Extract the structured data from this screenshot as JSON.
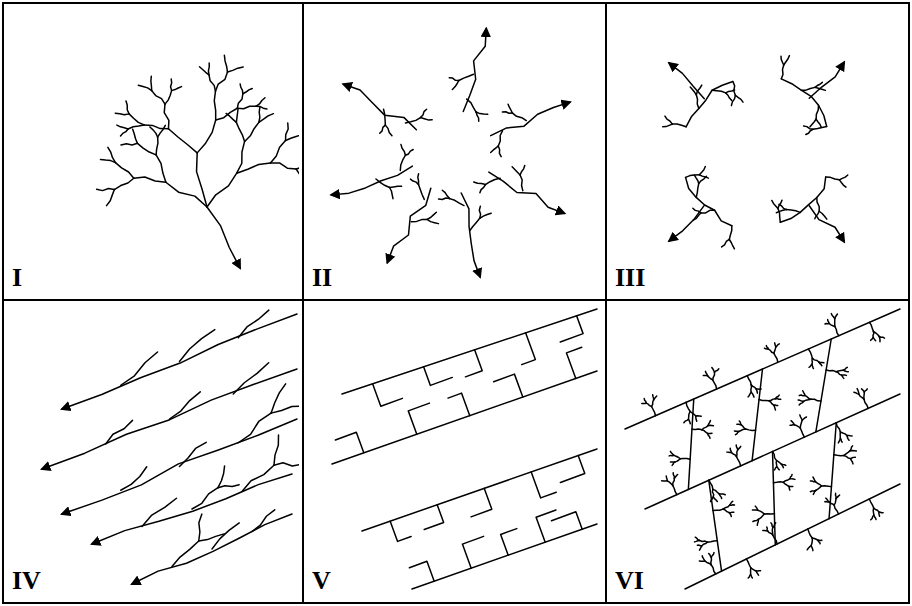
{
  "diagram": {
    "nodes": [
      {
        "text": [
          "I"
        ]
      },
      {
        "text": [
          "II"
        ]
      },
      {
        "text": [
          "III"
        ]
      },
      {
        "text": [
          "IV"
        ]
      },
      {
        "text": [
          "V"
        ]
      },
      {
        "text": [
          "VI"
        ]
      }
    ]
  }
}
